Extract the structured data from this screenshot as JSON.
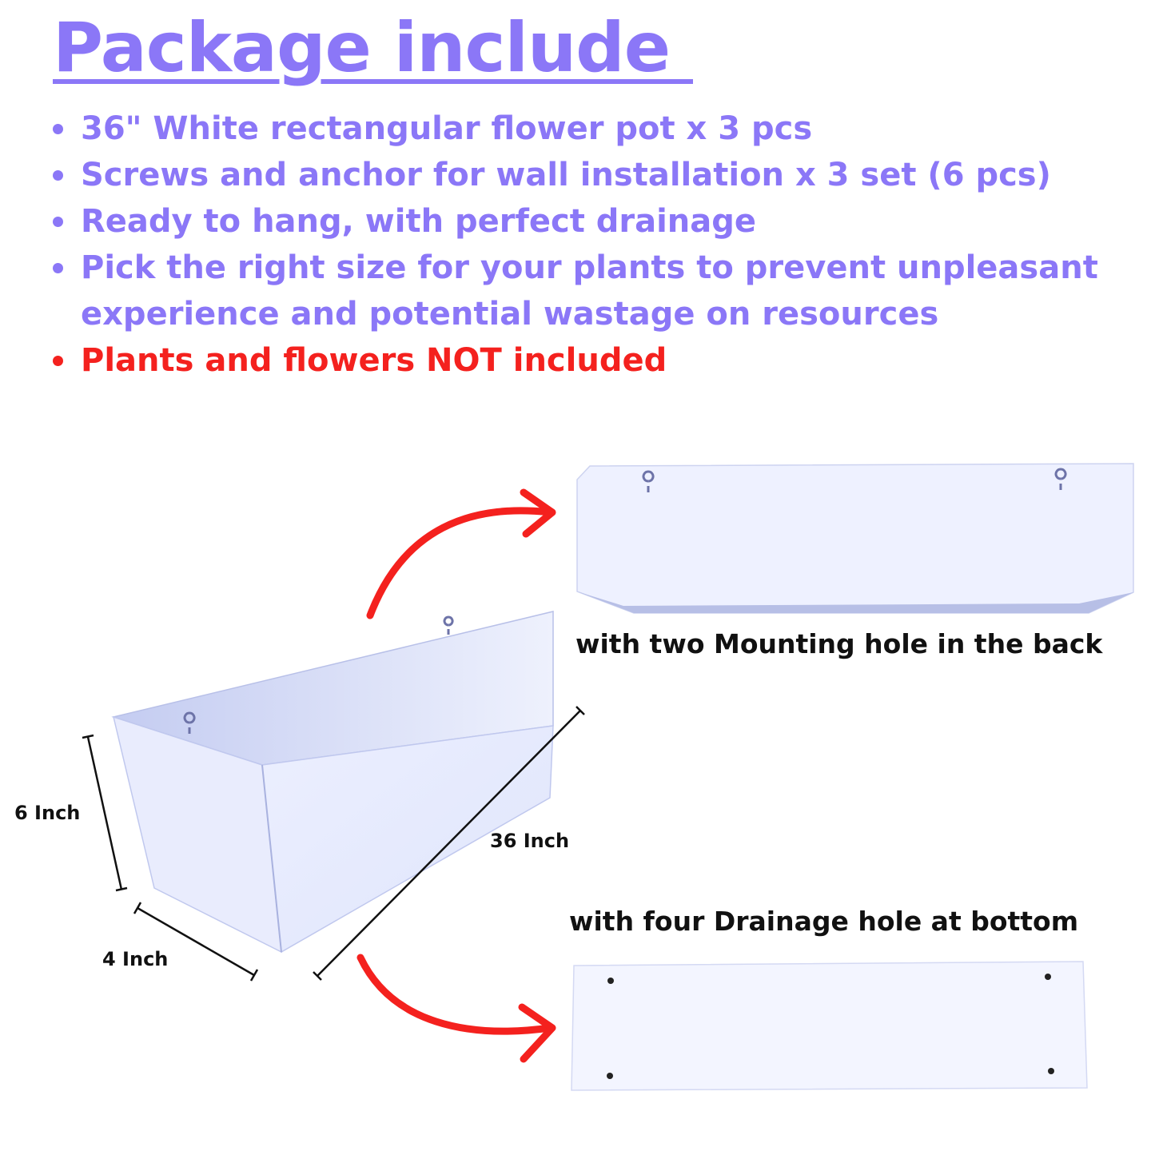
{
  "title": "Package include ",
  "features": [
    {
      "text": "36\" White rectangular flower pot x 3 pcs"
    },
    {
      "text": "Screws and anchor for wall installation x 3 set (6 pcs)"
    },
    {
      "text": "Ready to hang, with perfect drainage"
    },
    {
      "text": "Pick the right size for your plants to prevent unpleasant experience and potential wastage on resources"
    },
    {
      "text": "Plants and flowers NOT included"
    }
  ],
  "captions": {
    "mounting": "with two Mounting hole in the back",
    "drainage": "with four Drainage hole at bottom"
  },
  "dimensions": {
    "height": "6 Inch",
    "depth": "4 Inch",
    "length": "36 Inch"
  },
  "colors": {
    "accent": "#8b77f7",
    "warning": "#f4211e",
    "arrow": "#f4211e"
  }
}
